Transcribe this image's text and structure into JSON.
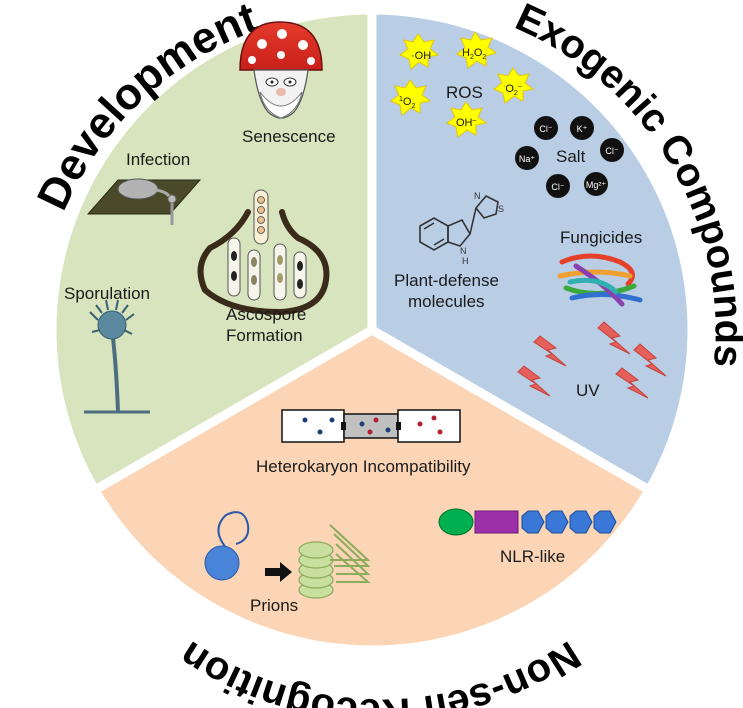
{
  "sections": {
    "development": {
      "title": "Development",
      "senescence": "Senescence",
      "infection": "Infection",
      "sporulation": "Sporulation",
      "ascospore_line1": "Ascospore",
      "ascospore_line2": "Formation"
    },
    "exogenic": {
      "title": "Exogenic Compounds",
      "ros_label": "ROS",
      "ros_oh": "·OH",
      "ros_h2o2_h": "H",
      "ros_h2o2_sub1": "2",
      "ros_h2o2_o": "O",
      "ros_h2o2_sub2": "2",
      "ros_singlet_sup": "1",
      "ros_singlet_o": "O",
      "ros_singlet_sub": "2",
      "ros_superoxide_sup": "·",
      "ros_superoxide_o": "O",
      "ros_superoxide_sub": "2",
      "ros_superoxide_sup2": "–",
      "ros_hydroxide": "OH",
      "ros_hydroxide_sup": "–",
      "salt_label": "Salt",
      "ions": [
        "Cl⁻",
        "K⁺",
        "Na⁺",
        "Cl⁻",
        "Cl⁻",
        "Mg²⁺"
      ],
      "fungicides": "Fungicides",
      "plant_defense_line1": "Plant-defense",
      "plant_defense_line2": "molecules",
      "uv": "UV"
    },
    "nonself": {
      "title": "Non-self Recognition",
      "heterokaryon": "Heterokaryon Incompatibility",
      "prions": "Prions",
      "nlr": "NLR-like"
    }
  },
  "colors": {
    "development": "#d7e4bd",
    "exogenic": "#b9cde5",
    "nonself": "#fbd5b5",
    "divider": "#ffffff"
  }
}
